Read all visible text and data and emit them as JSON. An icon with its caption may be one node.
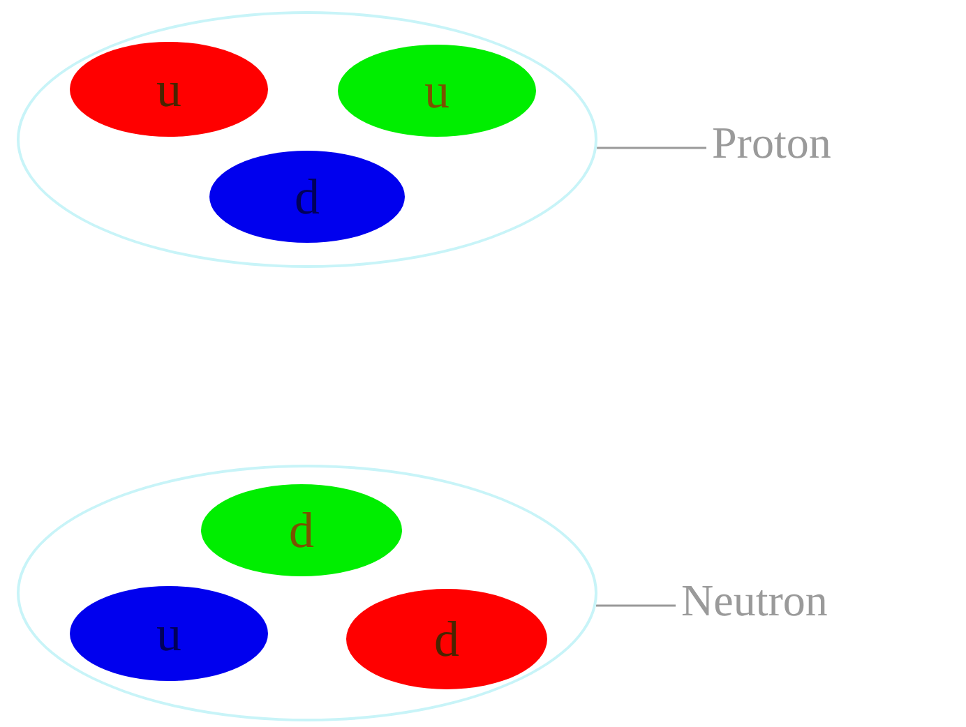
{
  "diagram": {
    "nodes": [
      {
        "text": [],
        "shape": "ellipse"
      },
      {
        "text": [
          "u"
        ],
        "in": 0
      },
      {
        "text": [
          "u"
        ],
        "in": 0
      },
      {
        "text": [
          "d"
        ],
        "in": 0
      },
      {
        "text": [
          "Proton"
        ]
      },
      {
        "text": [],
        "shape": "ellipse"
      },
      {
        "text": [
          "d"
        ],
        "in": 5
      },
      {
        "text": [
          "u"
        ],
        "in": 5
      },
      {
        "text": [
          "d"
        ],
        "in": 5
      },
      {
        "text": [
          "Neutron"
        ]
      }
    ],
    "edges": [
      {
        "from": 4,
        "to": 0,
        "arrow": "none"
      },
      {
        "from": 9,
        "to": 5,
        "arrow": "none"
      }
    ]
  }
}
